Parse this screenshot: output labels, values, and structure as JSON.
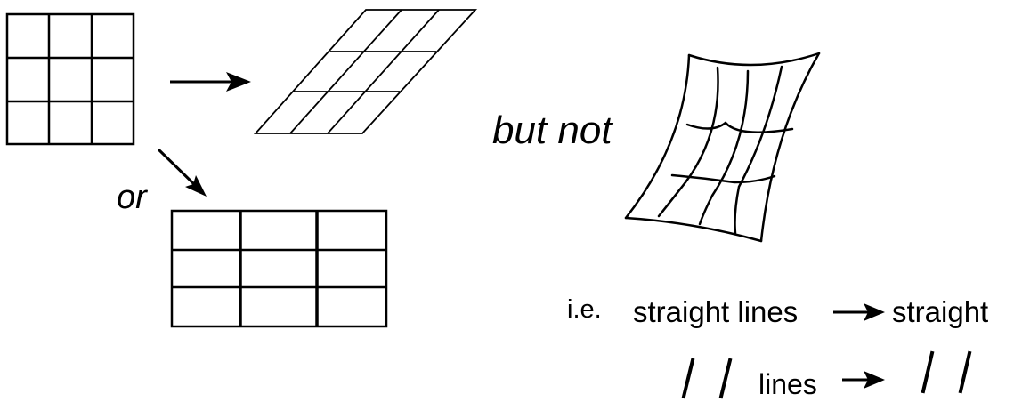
{
  "labels": {
    "or": "or",
    "but_not": "but not",
    "ie": "i.e.",
    "straight_lines": "straight lines",
    "straight": "straight",
    "lines": "lines"
  },
  "colors": {
    "stroke": "#000000",
    "background": "#ffffff"
  }
}
